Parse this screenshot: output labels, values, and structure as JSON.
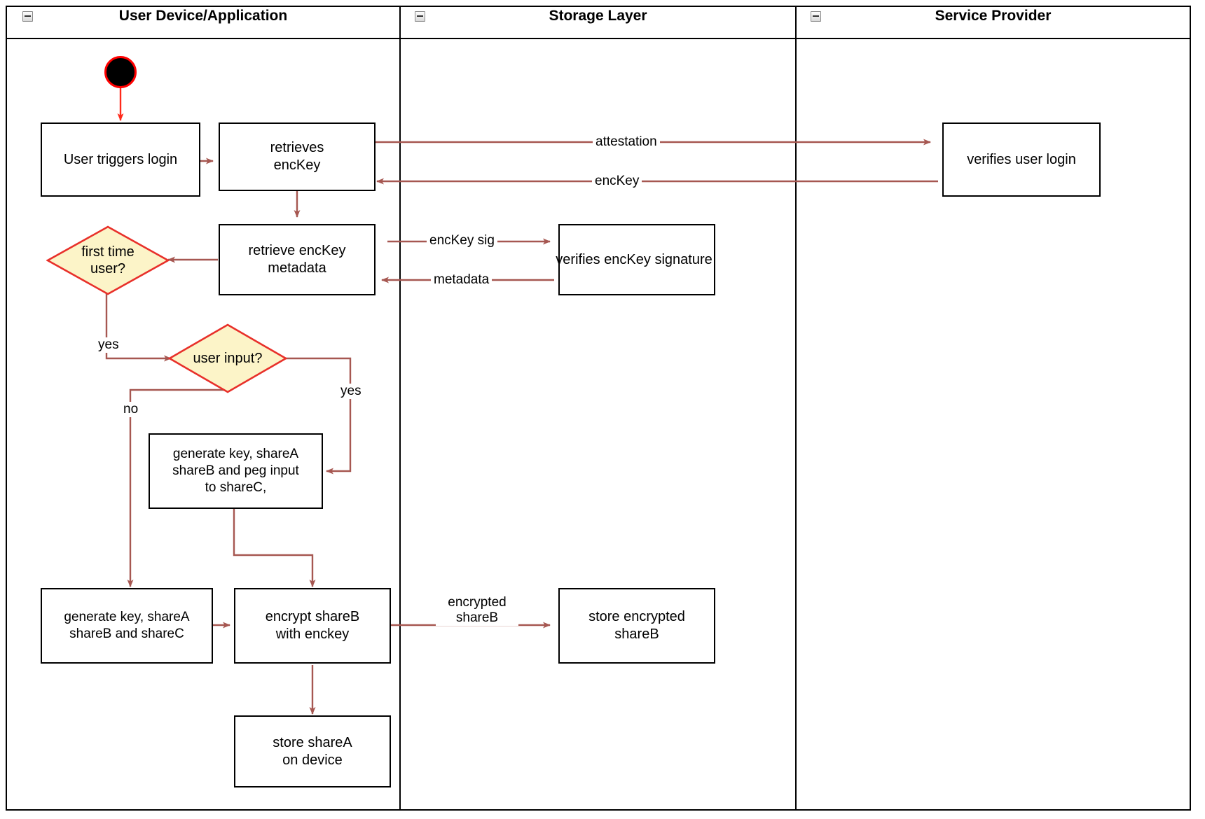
{
  "diagram": {
    "type": "activity-swimlane",
    "accent_edge_color": "#a65751",
    "start_edge_color": "#ff0000",
    "decision_fill": "#fcf4c8",
    "decision_stroke": "#e8302a",
    "node_stroke": "#000000",
    "background": "#ffffff"
  },
  "lanes": [
    {
      "id": "lane-user-device",
      "title": "User Device/Application",
      "collapse_icon": "collapse-minus-icon"
    },
    {
      "id": "lane-storage",
      "title": "Storage Layer",
      "collapse_icon": "collapse-minus-icon"
    },
    {
      "id": "lane-service-provider",
      "title": "Service Provider",
      "collapse_icon": "collapse-minus-icon"
    }
  ],
  "nodes": {
    "start": {
      "name": "start-node",
      "label": ""
    },
    "user_triggers_login": {
      "label": "User triggers login"
    },
    "retrieves_enckey": {
      "label": "retrieves\nencKey"
    },
    "retrieve_enckey_metadata": {
      "label": "retrieve encKey\nmetadata"
    },
    "first_time_user": {
      "label": "first time\nuser?"
    },
    "user_input": {
      "label": "user input?"
    },
    "generate_peg": {
      "label": "generate key, shareA\nshareB and peg input\nto shareC,"
    },
    "generate_abc": {
      "label": "generate key, shareA\nshareB and shareC"
    },
    "encrypt_shareb": {
      "label": "encrypt shareB\nwith enckey"
    },
    "store_sharea": {
      "label": "store shareA\non device"
    },
    "verifies_signature": {
      "label": "verifies encKey signature"
    },
    "store_encrypted_shareb": {
      "label": "store encrypted\nshareB"
    },
    "verifies_user_login": {
      "label": "verifies user login"
    }
  },
  "edge_labels": {
    "attestation": "attestation",
    "enckey": "encKey",
    "enckey_sig": "encKey sig",
    "metadata": "metadata",
    "first_time_yes": "yes",
    "user_input_yes": "yes",
    "user_input_no": "no",
    "encrypted_shareb": "encrypted\nshareB"
  }
}
